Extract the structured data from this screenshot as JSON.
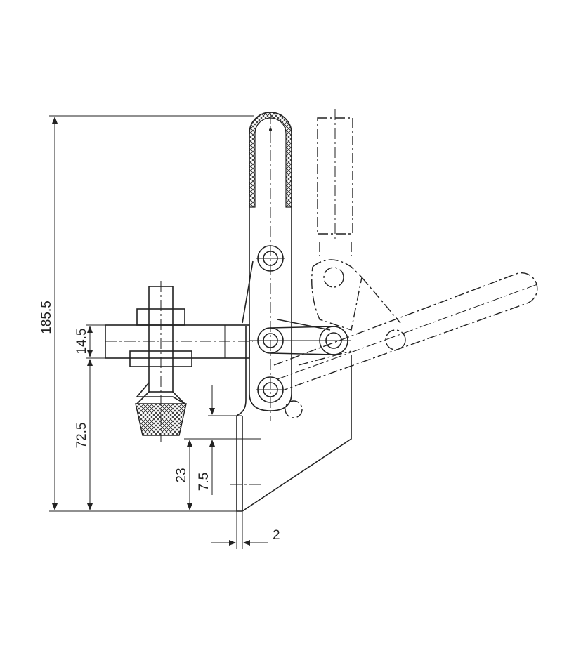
{
  "drawing": {
    "dimensions": {
      "overall_height": "185.5",
      "arm_thickness": "14.5",
      "arm_height": "72.5",
      "mount_height": "23",
      "mount_offset": "7.5",
      "plate_thickness": "2"
    },
    "line_color": "#222222"
  }
}
